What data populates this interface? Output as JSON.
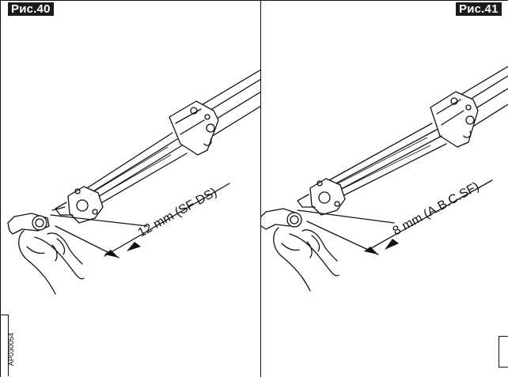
{
  "figures": [
    {
      "label": "Рис.40",
      "dimension": "12 mm (SF DS)"
    },
    {
      "label": "Рис.41",
      "dimension": "8 mm (A.B.C.SF)"
    }
  ],
  "document_code": "AP030054"
}
